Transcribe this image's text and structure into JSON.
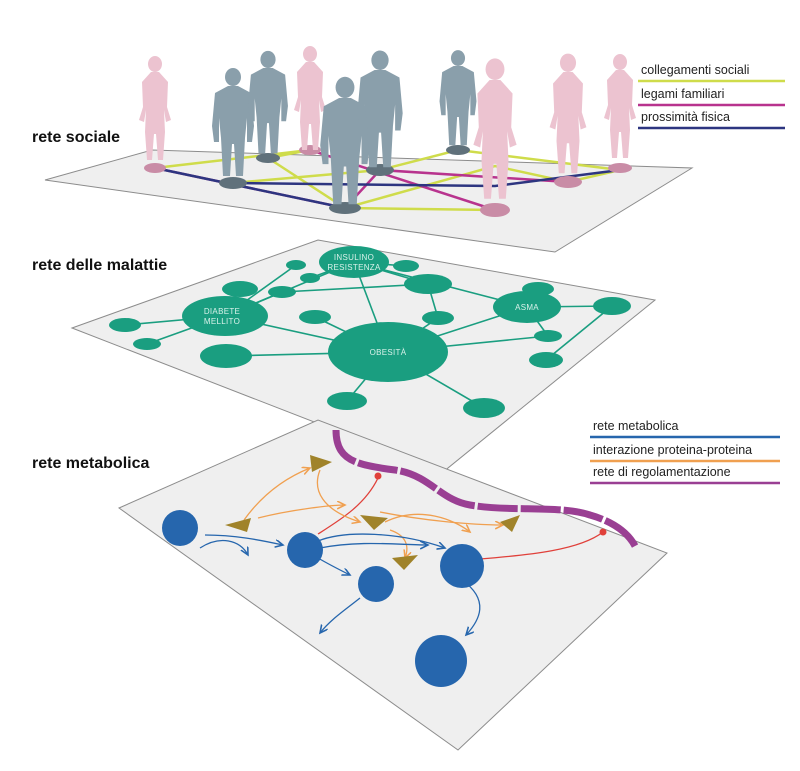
{
  "layers": {
    "social": {
      "title": "rete sociale"
    },
    "disease": {
      "title": "rete delle malattie"
    },
    "metabolic": {
      "title": "rete metabolica"
    }
  },
  "social_legend": [
    {
      "label": "collegamenti sociali",
      "color": "#cfdc4b"
    },
    {
      "label": "legami familiari",
      "color": "#b8338e"
    },
    {
      "label": "prossimità fisica",
      "color": "#2d3580"
    }
  ],
  "metabolic_legend": [
    {
      "label": "rete metabolica",
      "color": "#2666ad"
    },
    {
      "label": "interazione proteina-proteina",
      "color": "#f0a050"
    },
    {
      "label": "rete di regolamentazione",
      "color": "#9a3f93"
    }
  ],
  "disease_nodes": {
    "insulin": {
      "label_lines": [
        "INSULINO",
        "RESISTENZA"
      ]
    },
    "diabetes": {
      "label_lines": [
        "DIABETE",
        "MELLITO"
      ]
    },
    "asthma": {
      "label_lines": [
        "ASMA"
      ]
    },
    "obesity": {
      "label_lines": [
        "OBESITÀ"
      ]
    }
  },
  "colors": {
    "plane_fill": "#efefef",
    "plane_edge": "#8c8c8c",
    "female": "#ecc3d0",
    "male": "#8a9fab",
    "disease": "#1a9e80",
    "metabolite": "#2666ad",
    "enzyme": "#a0832a",
    "regulation": "#e0403a"
  }
}
